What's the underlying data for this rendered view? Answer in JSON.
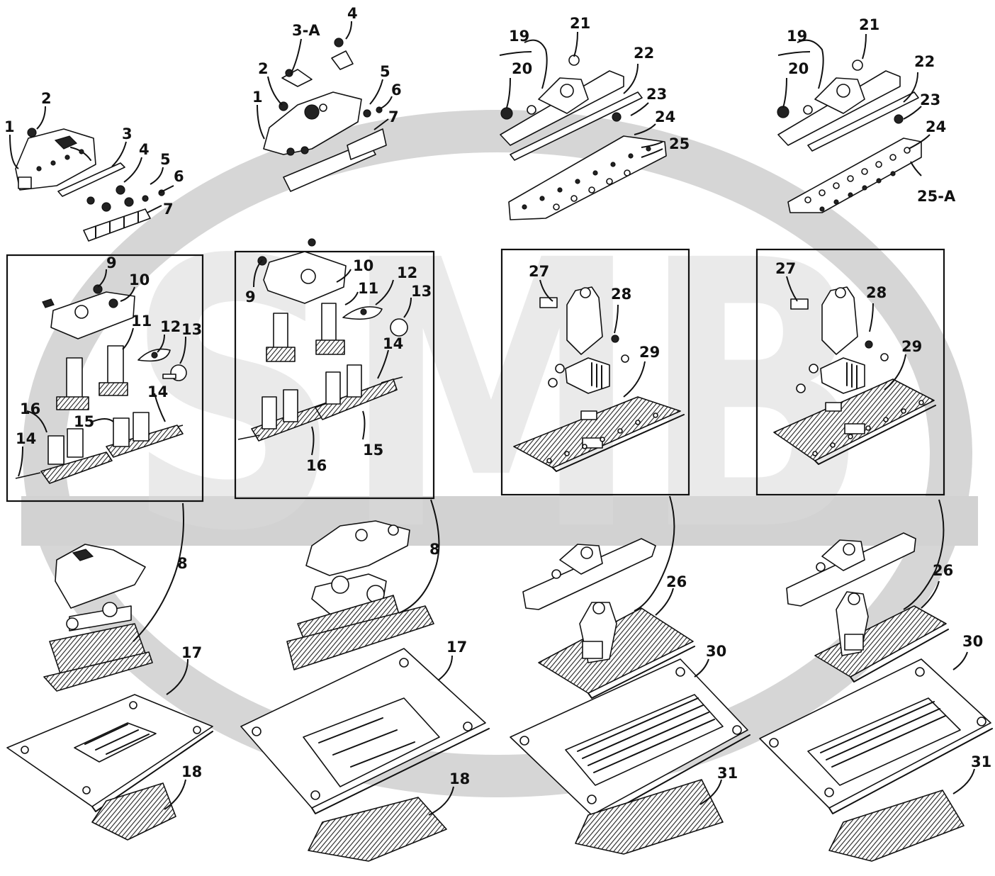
{
  "labels": {
    "g1": [
      "1",
      "2",
      "3",
      "4",
      "5",
      "6",
      "7"
    ],
    "g1_box": [
      "9",
      "10",
      "11",
      "12",
      "13",
      "14",
      "14",
      "15",
      "16"
    ],
    "g1_bottom": [
      "8",
      "17",
      "18"
    ],
    "g2": [
      "1",
      "2",
      "3-A",
      "4",
      "5",
      "6",
      "7"
    ],
    "g2_box": [
      "9",
      "10",
      "11",
      "12",
      "13",
      "14",
      "15",
      "16"
    ],
    "g2_bottom": [
      "8",
      "17",
      "18"
    ],
    "g3": [
      "19",
      "20",
      "21",
      "22",
      "23",
      "24",
      "25"
    ],
    "g3_box": [
      "27",
      "28",
      "29"
    ],
    "g3_bottom": [
      "26",
      "30",
      "31"
    ],
    "g4": [
      "19",
      "20",
      "21",
      "22",
      "23",
      "24",
      "25-A"
    ],
    "g4_box": [
      "27",
      "28",
      "29"
    ],
    "g4_bottom": [
      "26",
      "30",
      "31"
    ]
  },
  "watermark": {
    "text": "SMB",
    "color": "#d2d2d2"
  }
}
